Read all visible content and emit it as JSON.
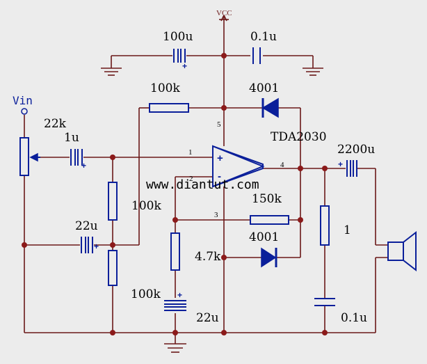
{
  "labels": {
    "vcc": "VCC",
    "vin": "Vin",
    "c_top_left": "100u",
    "c_top_right": "0.1u",
    "r_feedback_top": "100k",
    "d_top": "4001",
    "ic": "TDA2030",
    "pot": "22k",
    "c_in": "1u",
    "c_out": "2200u",
    "watermark": "www.diantut.com",
    "r_fb": "150k",
    "r_left_mid": "100k",
    "c_bias": "22u",
    "d_bottom": "4001",
    "r_47k": "4.7k",
    "r_zobel": "1",
    "r_bottom_left": "100k",
    "c_gnd": "22u",
    "c_zobel": "0.1u"
  },
  "pins": {
    "p1": "1",
    "p2": "2",
    "p3": "3",
    "p4": "4",
    "p5": "5",
    "plus": "+",
    "minus": "-"
  },
  "polarity": "+",
  "colors": {
    "wire": "#6b1818",
    "component": "#0a1f9a",
    "background": "#ececec"
  }
}
